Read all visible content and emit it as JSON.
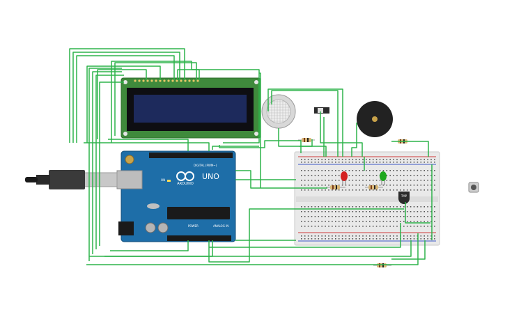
{
  "canvas": {
    "background": "#ffffff"
  },
  "colors": {
    "wire": "#2db34a",
    "arduino_board": "#1e6ea8",
    "arduino_dark": "#144f7a",
    "lcd_pcb": "#3f8a3c",
    "lcd_screen": "#1d2a5c",
    "lcd_frame": "#0e0e12",
    "breadboard": "#e9e9e9",
    "breadboard_rail_red": "#d03a3a",
    "breadboard_rail_blue": "#3a56c8",
    "led_red": "#d42020",
    "led_green": "#1ea81e",
    "buzzer": "#222222",
    "sensor_metal": "#d8d8d8"
  },
  "arduino": {
    "brand_text": "ARDUINO",
    "model_text": "UNO",
    "digital_label": "DIGITAL (PWM~)",
    "analog_label": "ANALOG IN",
    "power_label": "POWER",
    "on_label": "ON"
  },
  "lcd": {
    "icon": "lcd-16x2-icon"
  },
  "gas_sensor": {
    "icon": "gas-sensor-icon"
  },
  "slide_switch": {
    "icon": "slide-switch-icon"
  },
  "piezo": {
    "icon": "piezo-buzzer-icon"
  },
  "temp_sensor": {
    "label": "TMP",
    "icon": "temperature-sensor-icon"
  },
  "pushbutton": {
    "icon": "pushbutton-icon"
  },
  "leds": [
    {
      "name": "red-led",
      "color": "#d42020"
    },
    {
      "name": "green-led",
      "color": "#1ea81e"
    }
  ],
  "resistors": [
    {
      "name": "resistor-gas"
    },
    {
      "name": "resistor-piezo"
    },
    {
      "name": "resistor-red-led"
    },
    {
      "name": "resistor-green-led"
    },
    {
      "name": "resistor-bottom"
    }
  ],
  "usb": {
    "icon": "usb-cable-icon"
  }
}
